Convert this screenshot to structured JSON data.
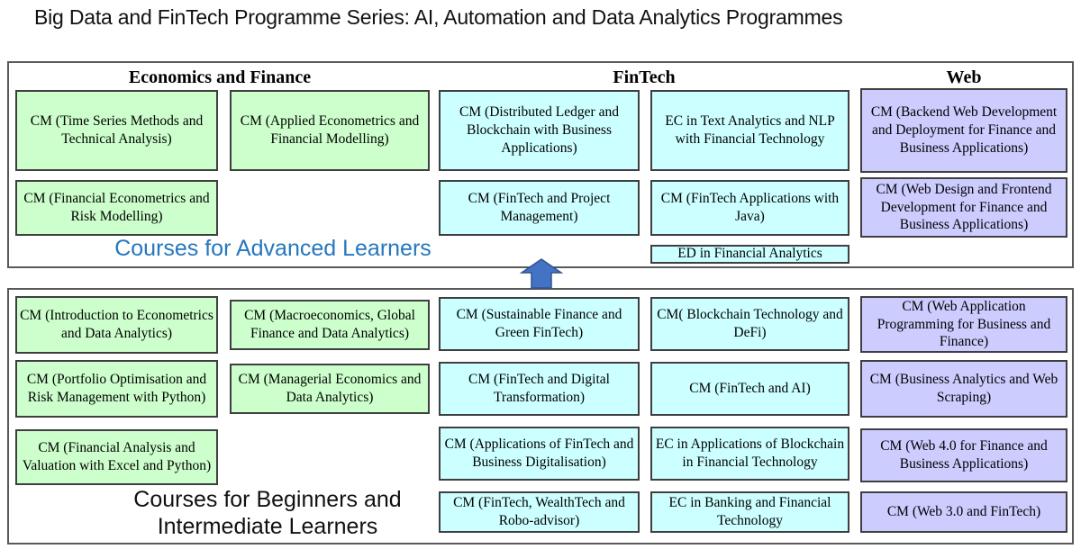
{
  "title": "Big Data and FinTech Programme Series: AI, Automation and Data Analytics Programmes",
  "colors": {
    "green-cell": "#ccffcc",
    "cyan-cell": "#ccffff",
    "purple-cell": "#ccccff",
    "cell-border": "#3f3f3f",
    "box-border": "#595959",
    "advanced-label": "#2577be",
    "arrow-fill": "#4472c4",
    "arrow-stroke": "#2f528f"
  },
  "advanced_box": {
    "label": "Courses for Advanced Learners",
    "column_headers": [
      "Economics and Finance",
      "FinTech",
      "Web"
    ],
    "cells": [
      {
        "text": "CM (Time Series Methods and Technical Analysis)",
        "color": "green"
      },
      {
        "text": "CM (Applied Econometrics and Financial Modelling)",
        "color": "green"
      },
      {
        "text": "CM (Distributed Ledger and Blockchain with Business Applications)",
        "color": "cyan"
      },
      {
        "text": "EC in Text Analytics and NLP with Financial Technology",
        "color": "cyan"
      },
      {
        "text": "CM (Backend Web Development and Deployment for Finance and Business Applications)",
        "color": "purple"
      },
      {
        "text": "CM (Financial Econometrics and Risk Modelling)",
        "color": "green"
      },
      {
        "text": "CM (FinTech and Project Management)",
        "color": "cyan"
      },
      {
        "text": "CM (FinTech Applications with Java)",
        "color": "cyan"
      },
      {
        "text": "CM (Web Design and Frontend Development for Finance and Business Applications)",
        "color": "purple"
      },
      {
        "text": "ED in Financial Analytics",
        "color": "cyan"
      }
    ]
  },
  "beginner_box": {
    "label": "Courses for Beginners and Intermediate Learners",
    "cells": [
      {
        "text": "CM (Introduction to Econometrics and Data Analytics)",
        "color": "green"
      },
      {
        "text": "CM (Macroeconomics, Global Finance and Data Analytics)",
        "color": "green"
      },
      {
        "text": "CM (Sustainable Finance and Green FinTech)",
        "color": "cyan"
      },
      {
        "text": "CM( Blockchain Technology and DeFi)",
        "color": "cyan"
      },
      {
        "text": "CM (Web Application Programming for Business and Finance)",
        "color": "purple"
      },
      {
        "text": "CM (Portfolio Optimisation and Risk Management with Python)",
        "color": "green"
      },
      {
        "text": "CM (Managerial Economics and Data Analytics)",
        "color": "green"
      },
      {
        "text": "CM (FinTech and Digital Transformation)",
        "color": "cyan"
      },
      {
        "text": "CM (FinTech and AI)",
        "color": "cyan"
      },
      {
        "text": "CM (Business Analytics and Web Scraping)",
        "color": "purple"
      },
      {
        "text": "CM (Financial Analysis and Valuation with Excel and Python)",
        "color": "green"
      },
      {
        "text": "CM (Applications of FinTech and Business Digitalisation)",
        "color": "cyan"
      },
      {
        "text": "EC in Applications of Blockchain in Financial Technology",
        "color": "cyan"
      },
      {
        "text": "CM (Web 4.0 for Finance and Business Applications)",
        "color": "purple"
      },
      {
        "text": "CM (FinTech, WealthTech and Robo-advisor)",
        "color": "cyan"
      },
      {
        "text": "EC in Banking and Financial Technology",
        "color": "cyan"
      },
      {
        "text": "CM (Web 3.0 and FinTech)",
        "color": "purple"
      }
    ]
  },
  "arrow": {
    "icon": "up-block-arrow"
  }
}
